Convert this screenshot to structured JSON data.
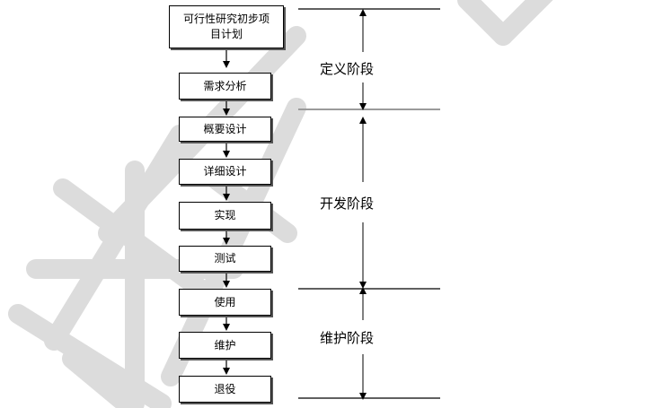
{
  "steps": [
    {
      "line1": "可行性研究初步项",
      "line2": "目计划"
    },
    {
      "line1": "需求分析"
    },
    {
      "line1": "概要设计"
    },
    {
      "line1": "详细设计"
    },
    {
      "line1": "实现"
    },
    {
      "line1": "测试"
    },
    {
      "line1": "使用"
    },
    {
      "line1": "维护"
    },
    {
      "line1": "退役"
    }
  ],
  "phases": [
    {
      "label": "定义阶段"
    },
    {
      "label": "开发阶段"
    },
    {
      "label": "维护阶段"
    }
  ],
  "colors": {
    "watermark": "#d9d9d9",
    "line": "#000000",
    "divider_gray": "#9a9a9a"
  }
}
